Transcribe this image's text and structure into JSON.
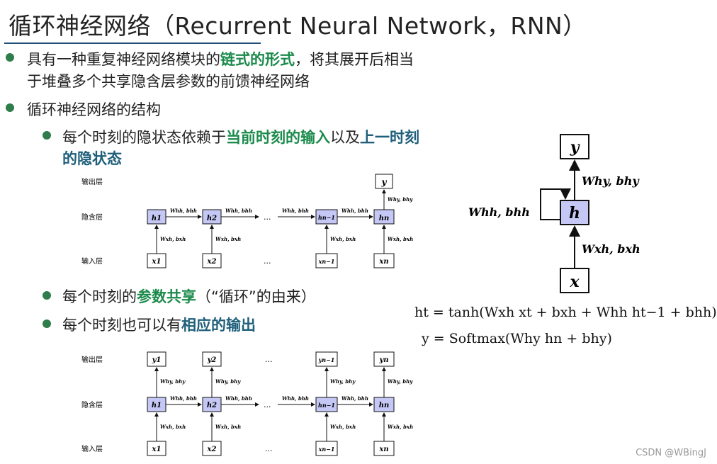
{
  "title": "循环神经网络（Recurrent Neural Network，RNN）",
  "bullets": {
    "b1_part1": "具有一种重复神经网络模块的",
    "b1_highlight": "链式的形式",
    "b1_part2": "，将其展开后相当",
    "b1_line2": "于堆叠多个共享隐含层参数的前馈神经网络",
    "b2": "循环神经网络的结构",
    "b3_part1": "每个时刻的隐状态依赖于",
    "b3_hl1": "当前时刻的输入",
    "b3_part2": "以及",
    "b3_hl2": "上一时刻",
    "b3_line2": "的隐状态",
    "b4_part1": "每个时刻的",
    "b4_hl": "参数共享",
    "b4_part2": "（“循环”的由来）",
    "b5_part1": "每个时刻也可以有",
    "b5_hl": "相应的输出"
  },
  "layers": {
    "output": "输出层",
    "hidden": "隐含层",
    "input": "输入层"
  },
  "diagram": {
    "ellipsis": "...",
    "x_nodes": [
      "x1",
      "x2",
      "xn−1",
      "xn"
    ],
    "h_nodes": [
      "h1",
      "h2",
      "hn−1",
      "hn"
    ],
    "y_nodes": [
      "y1",
      "y2",
      "yn−1",
      "yn"
    ],
    "y_single": "y",
    "w_hh": "Whh, bhh",
    "w_xh": "Wxh, bxh",
    "w_hy": "Why, bhy"
  },
  "right_diagram": {
    "y": "y",
    "h": "h",
    "x": "x",
    "w_hy": "Why, bhy",
    "w_hh": "Whh, bhh",
    "w_xh": "Wxh, bxh"
  },
  "formulas": {
    "f1": "ht = tanh(Wxh xt + bxh + Whh ht−1 + bhh)",
    "f2": "y = Softmax(Why hn + bhy)"
  },
  "watermark": "CSDN @WBingJ",
  "colors": {
    "accent_green": "#1b8a4b",
    "accent_teal": "#1f5f7a",
    "hidden_node": "#c5c8f5"
  }
}
